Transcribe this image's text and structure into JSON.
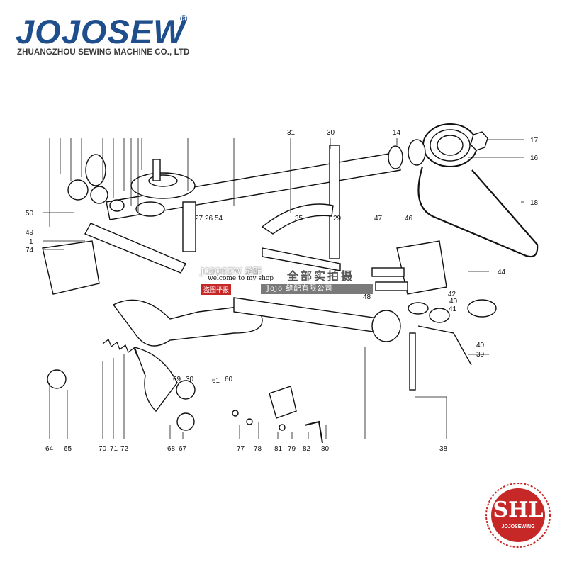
{
  "brand": {
    "name": "JOJOSEW",
    "registered_mark": "®",
    "subtitle": "ZHUANGZHOU SEWING MACHINE CO., LTD"
  },
  "callouts": [
    "31",
    "30",
    "14",
    "17",
    "16",
    "18",
    "50",
    "49",
    "1",
    "74",
    "27",
    "26",
    "54",
    "35",
    "29",
    "47",
    "46",
    "44",
    "42",
    "40",
    "41",
    "40",
    "39",
    "48",
    "69",
    "30",
    "61",
    "60",
    "64",
    "65",
    "70",
    "71",
    "72",
    "68",
    "67",
    "77",
    "78",
    "81",
    "79",
    "82",
    "80",
    "38"
  ],
  "watermarks": {
    "shop_top": "JOJOSEW 缝配",
    "shop_welcome": "welcome to my shop",
    "shop_cn_right": "全部实拍摄",
    "badge_red": "盗图举报",
    "company": "Jojo 缝配有限公司"
  },
  "badge": {
    "letters": "SHL",
    "sub": "JOJOSEWING",
    "color": "#c62828"
  }
}
